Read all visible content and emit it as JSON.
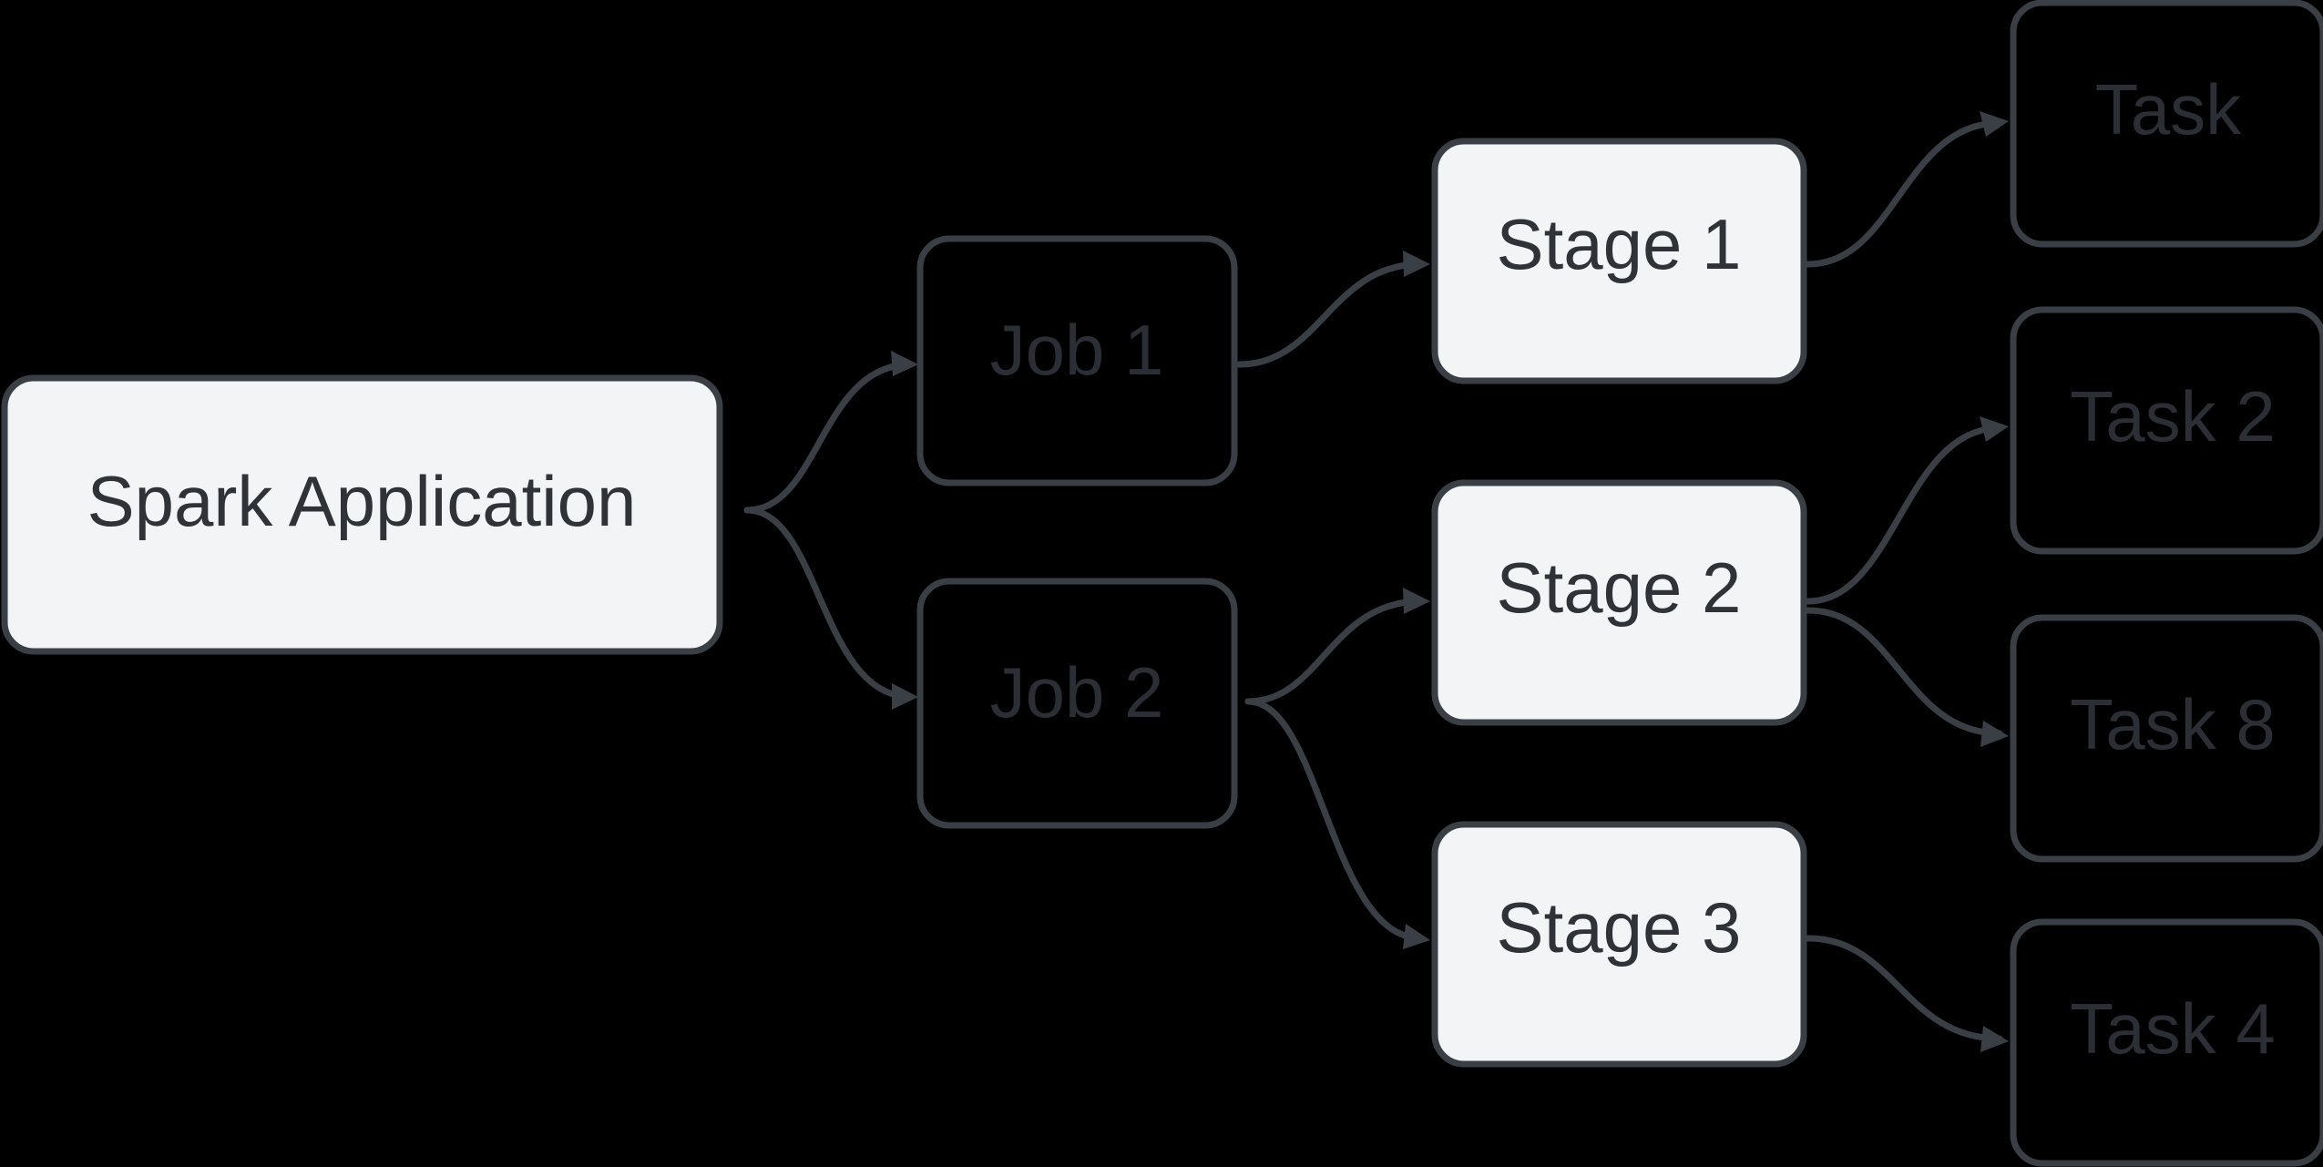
{
  "diagram": {
    "colors": {
      "background": "#000000",
      "light_fill": "#f2f4f6",
      "dark_fill": "#000000",
      "stroke": "#3a3f46",
      "text_light_node": "#2f3338",
      "text_dark_node": "#2b2f35"
    },
    "nodes": {
      "app": {
        "label": "Spark Application",
        "style": "filled"
      },
      "job1": {
        "label": "Job 1",
        "style": "dark"
      },
      "job2": {
        "label": "Job 2",
        "style": "dark"
      },
      "stage1": {
        "label": "Stage 1",
        "style": "filled"
      },
      "stage2": {
        "label": "Stage 2",
        "style": "filled"
      },
      "stage3": {
        "label": "Stage 3",
        "style": "filled"
      },
      "task1": {
        "label": "Task",
        "style": "dark"
      },
      "task2": {
        "label": "Task 2",
        "style": "dark"
      },
      "task3": {
        "label": "Task 8",
        "style": "dark"
      },
      "task4": {
        "label": "Task 4",
        "style": "dark"
      }
    },
    "edges": [
      {
        "from": "app",
        "to": "job1"
      },
      {
        "from": "app",
        "to": "job2"
      },
      {
        "from": "job1",
        "to": "stage1"
      },
      {
        "from": "job2",
        "to": "stage2"
      },
      {
        "from": "job2",
        "to": "stage3"
      },
      {
        "from": "stage1",
        "to": "task1"
      },
      {
        "from": "stage2",
        "to": "task2"
      },
      {
        "from": "stage2",
        "to": "task3"
      },
      {
        "from": "stage3",
        "to": "task4"
      }
    ]
  }
}
